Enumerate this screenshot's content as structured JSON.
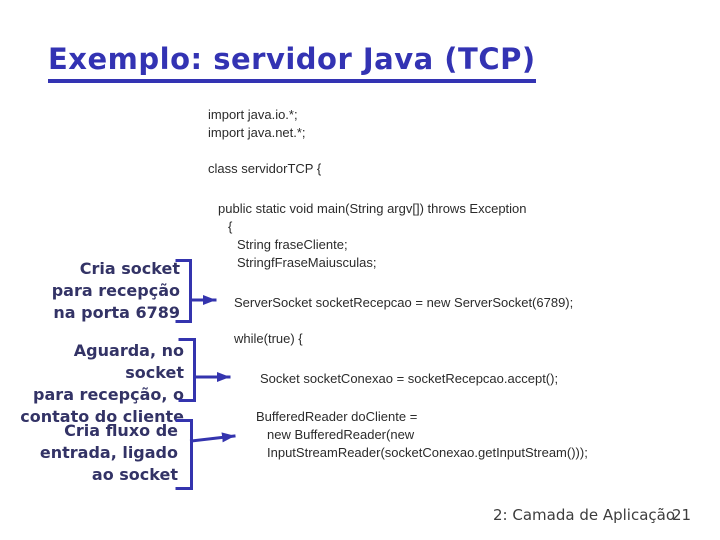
{
  "slide": {
    "title": "Exemplo: servidor Java (TCP)",
    "footer": {
      "label": "2: Camada de Aplicação",
      "page_number": "21"
    },
    "colors": {
      "title_blue": "#3333b3",
      "annotation_navy": "#333366",
      "arrow_blue": "#3434ae",
      "code_text": "#2b2b2b",
      "footer_text": "#3d3d3d",
      "background": "#ffffff"
    }
  },
  "code": {
    "lines": [
      "import java.io.*;",
      "import java.net.*;",
      "class servidorTCP {",
      "public static void main(String argv[]) throws Exception",
      "{",
      "String fraseCliente;",
      "StringfFraseMaiusculas;",
      "ServerSocket socketRecepcao = new ServerSocket(6789);",
      "while(true) {",
      "Socket socketConexao = socketRecepcao.accept();",
      "BufferedReader doCliente =",
      "new BufferedReader(new",
      "InputStreamReader(socketConexao.getInputStream()));"
    ]
  },
  "annotations": [
    {
      "lines": [
        "Cria socket",
        "para recepção",
        "na porta 6789"
      ]
    },
    {
      "lines": [
        "Aguarda, no socket",
        "para recepção, o",
        "contato do cliente"
      ]
    },
    {
      "lines": [
        "Cria fluxo de",
        "entrada, ligado",
        "ao socket"
      ]
    }
  ]
}
